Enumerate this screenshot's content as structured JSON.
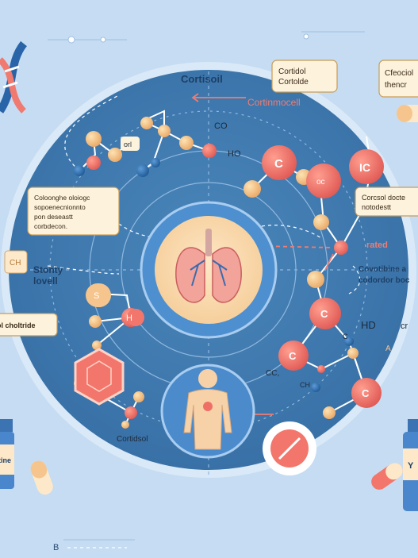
{
  "labels": {
    "title": "Cortisoil",
    "subtitle": "Cortinmocell",
    "co": "CO",
    "ho_top": "HO",
    "hd_right": "HD",
    "cortisol_bottom": "Cortidsol",
    "b_bottom": "B",
    "cc_bottom": "CC,",
    "ch": "CH",
    "a_right": "A",
    "orl": "orl",
    "oc": "oc",
    "c_big": "C",
    "c_pink": "IC",
    "c_lower1": "C",
    "c_lower2": "C",
    "c_lower3": "C",
    "h_node": "H",
    "s_node": "S",
    "letter_c_small": "C",
    "rated": "rated",
    "cr": "cr"
  },
  "boxes": {
    "top_center": [
      "Cortidol",
      "Cortolde"
    ],
    "top_right": [
      "Cfeociol",
      "thencr"
    ],
    "left": [
      "Coloonghe oloiogc",
      "sopoenecnionnto",
      "pon deseastt",
      "corbdecon."
    ],
    "right": [
      "Corcsol docte",
      "notodestt"
    ],
    "bottom_left": "ol choltride"
  },
  "side_texts": {
    "left_top": "Stonty",
    "left_bottom": "lovell",
    "right_top": "Covotibine a",
    "right_bottom": "codordor boc",
    "left_ch": "CH"
  },
  "bottles": {
    "left_label": "tine",
    "right_label": "Y"
  },
  "colors": {
    "background": "#c6dcf2",
    "disk": "#3d78ad",
    "accent_coral": "#ef6f67",
    "accent_peach": "#f6c58e",
    "node_blue": "#2f6fb0",
    "box_fill": "#fdf2dc",
    "box_border": "#c89b55"
  },
  "icons": [
    "dna-icon",
    "lungs-icon",
    "human-body-icon",
    "pill-icon",
    "medicine-bottle-icon",
    "capsule-icon",
    "hexagon-molecule-icon"
  ]
}
